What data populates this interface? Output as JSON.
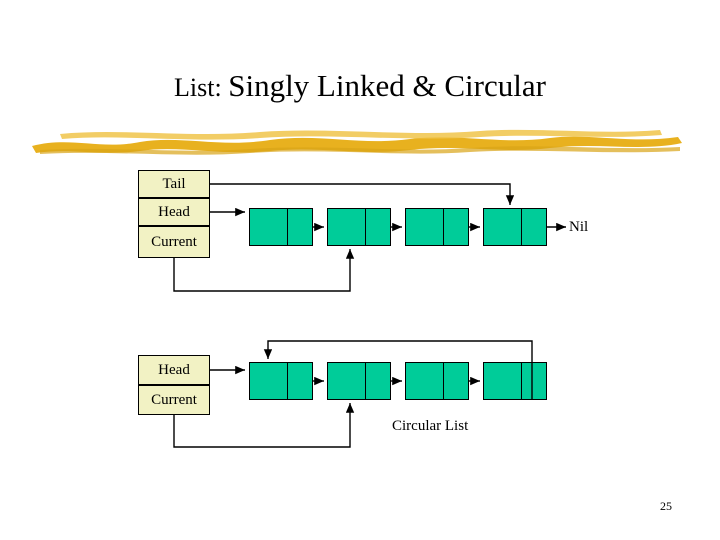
{
  "slide": {
    "title_prefix": "List: ",
    "title_main": "Singly Linked & Circular",
    "page_number": "25"
  },
  "diagram": {
    "top": {
      "labels": [
        {
          "text": "Tail"
        },
        {
          "text": "Head"
        },
        {
          "text": "Current"
        }
      ],
      "node_count": 4,
      "terminator": "Nil"
    },
    "bottom": {
      "labels": [
        {
          "text": "Head"
        },
        {
          "text": "Current"
        }
      ],
      "node_count": 4,
      "caption": "Circular List"
    }
  },
  "colors": {
    "node_fill": "#00cc99",
    "label_fill": "#f2f2c4",
    "brush": "#e8b11f",
    "stroke": "#000000"
  }
}
